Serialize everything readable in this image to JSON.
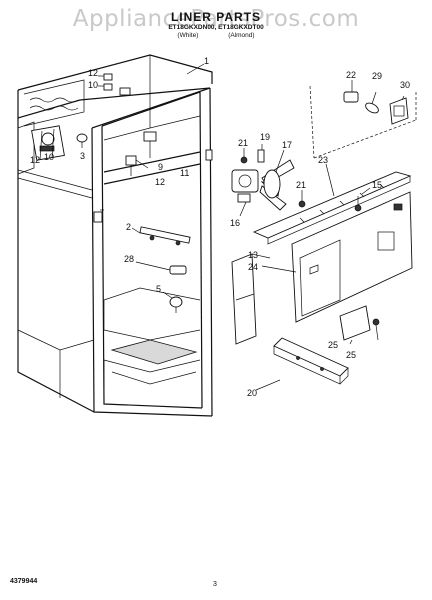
{
  "watermark": "AppliancePartsPros.com",
  "title": "LINER PARTS",
  "subtitle": "ET18GKXDN00, ET18GKXDT00",
  "variants": [
    "(White)",
    "(Almond)"
  ],
  "footer": {
    "part_number": "4379944",
    "page_number": "3"
  },
  "callouts": {
    "c1": "1",
    "c2": "2",
    "c3": "3",
    "c5": "5",
    "c9": "9",
    "c10a": "10",
    "c10b": "10",
    "c11": "11",
    "c12a": "12",
    "c12b": "12",
    "c12c": "12",
    "c13": "13",
    "c15": "15",
    "c16": "16",
    "c17": "17",
    "c19": "19",
    "c20": "20",
    "c21a": "21",
    "c21b": "21",
    "c22": "22",
    "c23": "23",
    "c24": "24",
    "c25a": "25",
    "c25b": "25",
    "c28": "28",
    "c29": "29",
    "c30": "30"
  }
}
